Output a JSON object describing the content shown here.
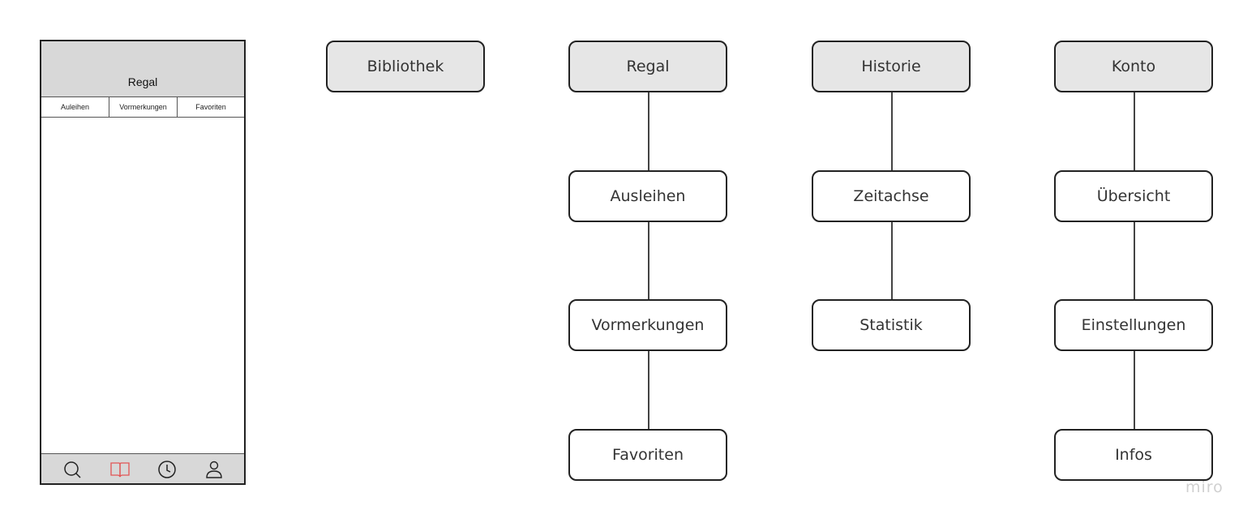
{
  "phone": {
    "title": "Regal",
    "tabs": [
      "Auleihen",
      "Vormerkungen",
      "Favoriten"
    ],
    "nav_icons": [
      "search-icon",
      "book-icon",
      "clock-icon",
      "user-icon"
    ],
    "active_nav_color": "#e25555"
  },
  "diagram": {
    "columns": [
      {
        "root": "Bibliothek",
        "children": []
      },
      {
        "root": "Regal",
        "children": [
          "Ausleihen",
          "Vormerkungen",
          "Favoriten"
        ]
      },
      {
        "root": "Historie",
        "children": [
          "Zeitachse",
          "Statistik"
        ]
      },
      {
        "root": "Konto",
        "children": [
          "Übersicht",
          "Einstellungen",
          "Infos"
        ]
      }
    ]
  },
  "watermark": "miro",
  "colors": {
    "root_fill": "#e6e6e6",
    "phone_bar": "#d8d8d8",
    "stroke": "#222222"
  }
}
